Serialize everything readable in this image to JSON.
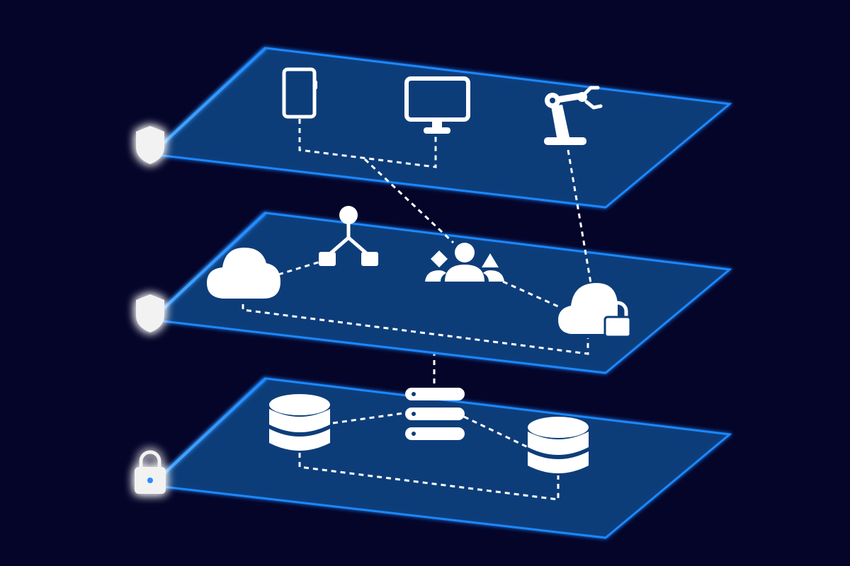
{
  "colors": {
    "background": "#05052a",
    "layer_fill": "#0c3d7a",
    "layer_edge": "#1e88ff",
    "icon": "#ffffff",
    "glow": "#2a8cff"
  },
  "layers": [
    {
      "name": "device-layer",
      "edge_icon": "shield-icon",
      "icons": [
        "smartphone-icon",
        "monitor-icon",
        "robot-arm-icon"
      ]
    },
    {
      "name": "cloud-layer",
      "edge_icon": "shield-icon",
      "icons": [
        "cloud-icon",
        "network-node-icon",
        "users-group-icon",
        "secure-cloud-icon"
      ]
    },
    {
      "name": "data-layer",
      "edge_icon": "lock-icon",
      "icons": [
        "database-icon",
        "server-stack-icon",
        "database-icon"
      ]
    }
  ]
}
